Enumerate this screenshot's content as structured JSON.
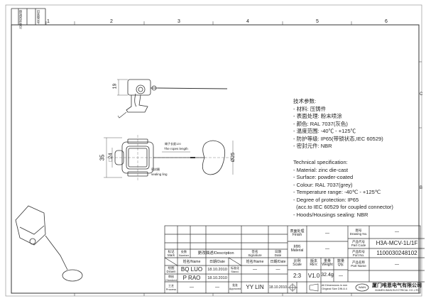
{
  "frame": {
    "column_markers": [
      "1",
      "2",
      "3",
      "4",
      "5",
      "6"
    ],
    "row_markers": [
      "C",
      "B"
    ],
    "corner_labels": [
      "借(通)用件登记",
      "旧底图总号"
    ]
  },
  "dimensions": {
    "height_19": "19",
    "width_35": "35",
    "square_24": "□24",
    "ring_dia": "Ø25",
    "rope_cn": "绳子长度120",
    "rope_en": "The ropes length",
    "sealing_cn": "密封圈",
    "sealing_en": "sealing ling"
  },
  "spec_cn": {
    "title": "技术参数:",
    "items": [
      "- 材料: 压铸件",
      "- 表面处理: 粉末喷涂",
      "- 颜色: RAL 7037(灰色)",
      "- 温度范围: -40℃ - +125℃",
      "- 防护等级: IP65(带锁状态,IEC 60529)",
      "- 密封元件: NBR"
    ]
  },
  "spec_en": {
    "title": "Technical specification:",
    "items": [
      "- Material: zinc die-cast",
      "- Surface: powder-coated",
      "- Colour: RAL 7037(grey)",
      "- Temperature range: -40℃ - +125℃",
      "- Degree of protection: IP65",
      "  (acc.to IEC 60529 for coupled connector)",
      "- Hoods/Housings sealing: NBR"
    ]
  },
  "title_block": {
    "mark": "标记\nMark",
    "number": "处数\nNumber",
    "description": "更改描述/Description",
    "signature": "签名\nSignature",
    "date": "日期\nDate",
    "name_col": "姓名/Name",
    "date_col": "日期/Date",
    "name_col2": "姓名/Name",
    "date_col2": "日期/Date",
    "drawn_label": "绘图\nDrawn",
    "drawn_name": "BQ LUO",
    "drawn_date": "18.10.2010",
    "stand_label": "标准化\nStand.",
    "stand_name": "—",
    "stand_date": "—",
    "checked_label": "审核\nChecked",
    "checked_name": "P RAO",
    "checked_date": "18.10.2010",
    "process_label": "工艺\nProcess",
    "process_name": "—",
    "process_date": "—",
    "approved_label": "批准\nApproved",
    "approved_name": "YY LIN",
    "approved_date": "18.10.2010",
    "finish_label": "表面处理\nFinish",
    "finish_value": "—",
    "material_label": "材料\nMaterial",
    "material_value": "—",
    "scale_label": "比例\nScale",
    "scale": "2:3",
    "rev_label": "版本\nREV.",
    "rev": "V1.0",
    "weight_label": "重量\nWeight",
    "weight": "32.4g",
    "qty_label": "数量\nQty.",
    "qty": "—",
    "dims_note": "All Dimensions in mm\nOriginal Size DIN A 4",
    "drawing_no_label": "图号\nDrawing No.",
    "drawing_no": "—",
    "part_code_label": "产品代号\nPart Code",
    "part_code": "H3A-MCV-1L/1F",
    "part_no_label": "产品料号\nPort No.",
    "part_no": "1100030248102",
    "part_name_label": "产品名称\nPart Name",
    "part_name": "—",
    "company_cn": "厦门唯恩电气有限公司",
    "company_en": "XIAMEN WAIN ELECTRICAL CO.,LTD",
    "logo": "WAIN"
  }
}
